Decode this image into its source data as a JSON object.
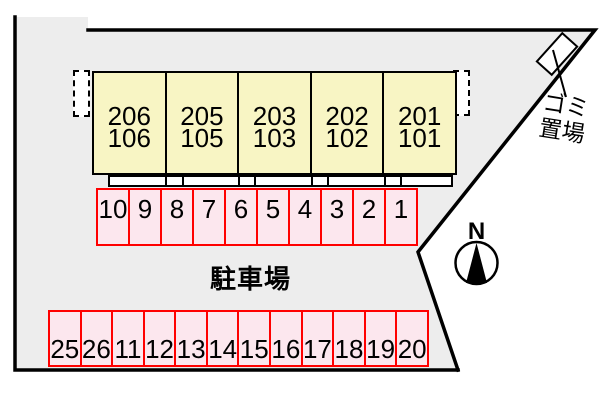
{
  "building": {
    "units": [
      {
        "upper": "206",
        "lower": "106"
      },
      {
        "upper": "205",
        "lower": "105"
      },
      {
        "upper": "203",
        "lower": "103"
      },
      {
        "upper": "202",
        "lower": "102"
      },
      {
        "upper": "201",
        "lower": "101"
      }
    ]
  },
  "parking": {
    "label": "駐車場",
    "row_top": [
      "10",
      "9",
      "8",
      "7",
      "6",
      "5",
      "4",
      "3",
      "2",
      "1"
    ],
    "row_bottom": [
      "25",
      "26",
      "11",
      "12",
      "13",
      "14",
      "15",
      "16",
      "17",
      "18",
      "19",
      "20"
    ]
  },
  "garbage": {
    "line1": "ゴミ",
    "line2": "置場"
  },
  "compass": {
    "north": "N"
  },
  "colors": {
    "site_background": "#ededed",
    "building_fill": "#f8f5c4",
    "parking_fill": "#fce7ee",
    "parking_border": "#ff0000",
    "outline": "#000000"
  }
}
